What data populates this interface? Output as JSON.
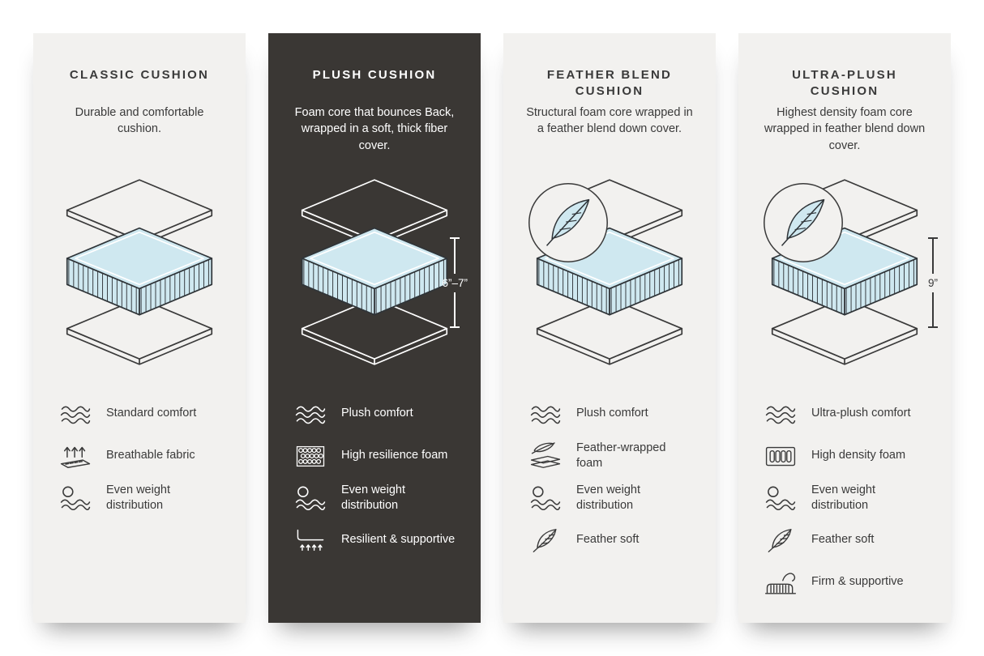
{
  "page": {
    "background": "#ffffff"
  },
  "colors": {
    "panel_light": "#f2f1ef",
    "panel_dark": "#3a3734",
    "foam_blue": "#cfe8f0",
    "ink_dark": "#3a3a3a",
    "ink_light": "#ffffff",
    "diagram_stroke": "#2f3438"
  },
  "panels": [
    {
      "title": "CLASSIC CUSHION",
      "description": "Durable and comfortable cushion.",
      "theme": "light",
      "features": [
        {
          "icon": "wave-icon",
          "label": "Standard comfort"
        },
        {
          "icon": "breathable-icon",
          "label": "Breathable fabric"
        },
        {
          "icon": "weight-icon",
          "label": "Even weight distribution"
        }
      ]
    },
    {
      "title": "PLUSH CUSHION",
      "description": "Foam core that bounces Back, wrapped in a soft, thick fiber cover.",
      "theme": "dark",
      "dimension": "6”–7”",
      "features": [
        {
          "icon": "wave-icon",
          "label": "Plush comfort"
        },
        {
          "icon": "foam-cells-icon",
          "label": "High resilience foam"
        },
        {
          "icon": "weight-icon",
          "label": "Even weight distribution"
        },
        {
          "icon": "spring-icon",
          "label": "Resilient & supportive"
        }
      ]
    },
    {
      "title": "FEATHER BLEND CUSHION",
      "description": "Structural foam core wrapped in a feather blend down cover.",
      "theme": "light",
      "badge": "feather-badge",
      "features": [
        {
          "icon": "wave-icon",
          "label": "Plush comfort"
        },
        {
          "icon": "feather-wrap-icon",
          "label": "Feather-wrapped foam"
        },
        {
          "icon": "weight-icon",
          "label": "Even weight distribution"
        },
        {
          "icon": "feather-icon",
          "label": "Feather soft"
        }
      ]
    },
    {
      "title": "ULTRA-PLUSH CUSHION",
      "description": "Highest density foam core wrapped in feather blend down cover.",
      "theme": "light",
      "badge": "feather-badge",
      "dimension": "9”",
      "features": [
        {
          "icon": "wave-icon",
          "label": "Ultra-plush comfort"
        },
        {
          "icon": "density-icon",
          "label": "High density foam"
        },
        {
          "icon": "weight-icon",
          "label": "Even weight distribution"
        },
        {
          "icon": "feather-icon",
          "label": "Feather soft"
        },
        {
          "icon": "press-icon",
          "label": "Firm & supportive"
        }
      ]
    }
  ]
}
